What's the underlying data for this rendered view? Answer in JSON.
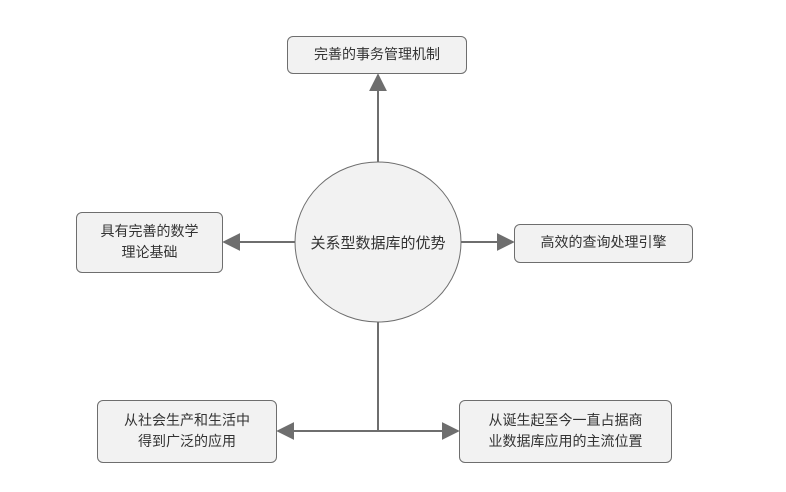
{
  "center": {
    "label": "关系型数据库的优势"
  },
  "nodes": {
    "top": {
      "lines": [
        "完善的事务管理机制"
      ]
    },
    "left": {
      "lines": [
        "具有完善的数学",
        "理论基础"
      ]
    },
    "right": {
      "lines": [
        "高效的查询处理引擎"
      ]
    },
    "bottom_left": {
      "lines": [
        "从社会生产和生活中",
        "得到广泛的应用"
      ]
    },
    "bottom_right": {
      "lines": [
        "从诞生起至今一直占据商",
        "业数据库应用的主流位置"
      ]
    }
  },
  "colors": {
    "line": "#6e6e6e",
    "box_fill": "#f2f2f2",
    "text": "#333333"
  }
}
